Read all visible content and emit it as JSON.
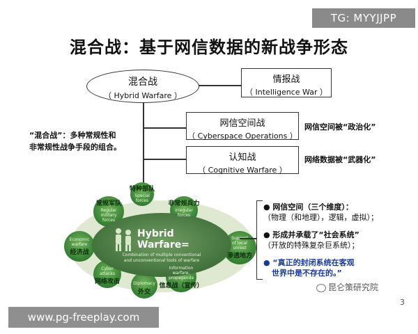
{
  "tg_badge": "TG: MYYJJPP",
  "title": "混合战：基于网信数据的新战争形态",
  "root": {
    "cn": "混合战",
    "en": "（ Hybrid Warfare ）"
  },
  "intel": {
    "cn": "情报战",
    "en": "（ Intelligence War ）"
  },
  "cyber": {
    "cn": "网信空间战",
    "en": "（ Cyberspace Operations ）"
  },
  "cognitive": {
    "cn": "认知战",
    "en": "（ Cognitive Warfare ）"
  },
  "cyber_note": "网信空间被“政治化”",
  "cognitive_note": "网络数据被“武器化”",
  "definition": {
    "line1": "“混合战”：多种常规性和",
    "line2": "非常规性战争手段的组合。"
  },
  "center": {
    "title_line1": "Hybrid",
    "title_line2": "Warfare",
    "caption_line1": "Combination of multiple conventional",
    "caption_line2": "and unconventional tools of warfare"
  },
  "petals": {
    "top": {
      "cn": "特种部队",
      "en1": "Special",
      "en2": "forces"
    },
    "top_left": {
      "cn": "常规军队",
      "en1": "Regular",
      "en2": "military",
      "en3": "forces"
    },
    "top_right": {
      "cn": "非常规兵力",
      "en1": "Irregular",
      "en2": "forces"
    },
    "left": {
      "cn": "经济战",
      "en1": "Economic",
      "en2": "warfare"
    },
    "right": {
      "cn": "渗透地方",
      "en1": "Support",
      "en2": "of local",
      "en3": "unrest"
    },
    "bottom_left": {
      "cn": "网络攻击",
      "en1": "Cyber",
      "en2": "attacks"
    },
    "bottom_right": {
      "cn": "信息战（宣传）",
      "en1": "Information",
      "en2": "warfare,",
      "en3": "propaganda"
    },
    "bottom": {
      "cn": "外交",
      "en1": "Diplomacy"
    }
  },
  "points": {
    "p1_head": "● 网信空间（三个维度）：",
    "p1_body": "（物理（和地理），逻辑，虚拟）；",
    "p2_head": "● 形成并承载了“社会系统”",
    "p2_body": "（开放的特殊复杂巨系统）；",
    "p3_line1": "● “真正的封闭系统在客观",
    "p3_line2": "世界中是不存在的。”"
  },
  "logo_text": "昆仑策研究院",
  "page_number": "3",
  "watermark": "www.pg-freeplay.com",
  "colors": {
    "petal": "#3f8a3a",
    "center": "#4f7f48",
    "blue_text": "#1a3a9a"
  }
}
